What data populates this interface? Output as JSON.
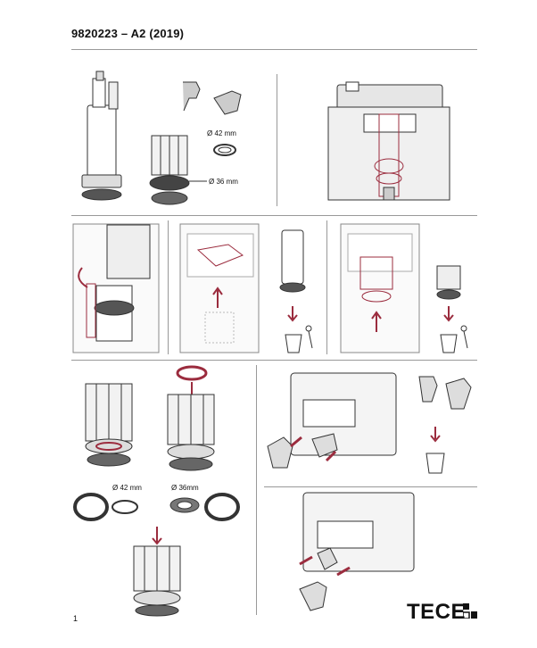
{
  "header": {
    "title": "9820223 – A2 (2019)"
  },
  "labels": {
    "d42_top": "Ø 42 mm",
    "d36_top": "Ø 36 mm",
    "d42_bottom": "Ø 42 mm",
    "d36_bottom": "Ø 36mm"
  },
  "footer": {
    "page_number": "1",
    "brand": "TECE"
  },
  "colors": {
    "accent": "#9b2c3e",
    "line": "#999999",
    "ink": "#111111"
  }
}
